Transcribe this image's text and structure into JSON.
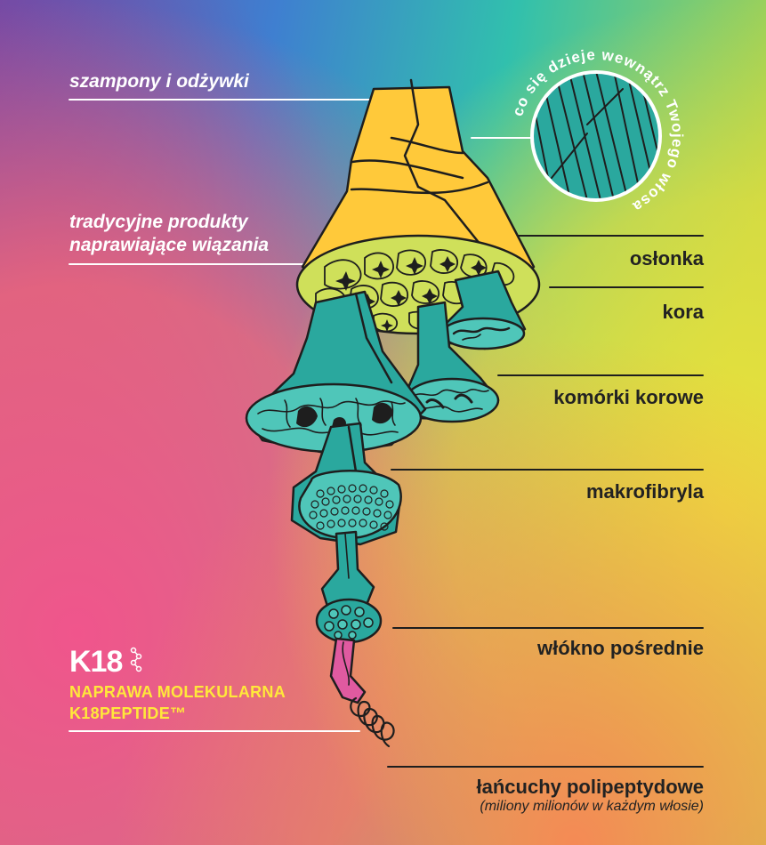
{
  "colors": {
    "bg_purple": "#7b4fa8",
    "bg_blue": "#3a7fcf",
    "bg_teal": "#2fc2b0",
    "bg_green": "#9ed25a",
    "bg_yellow": "#e8df3c",
    "bg_pink": "#ef5a86",
    "bg_orange": "#f48a5a",
    "cuticle": "#ffc93a",
    "cortex": "#cfe05a",
    "teal_fiber": "#2aa89e",
    "pink_chain": "#e05aa0",
    "brand_yellow": "#ffe83a"
  },
  "badge": {
    "text": "co się dzieje wewnątrz Twojego włosa"
  },
  "left_labels": {
    "shampoo": "szampony i odżywki",
    "traditional_line1": "tradycyjne produkty",
    "traditional_line2": "naprawiające wiązania"
  },
  "right_labels": {
    "cuticle": "osłonka",
    "cortex": "kora",
    "cortical_cells": "komórki korowe",
    "macrofibril": "makrofibryla",
    "intermediate_filament": "włókno pośrednie",
    "polypeptide_chains": "łańcuchy polipeptydowe",
    "polypeptide_note": "(miliony milionów w każdym włosie)"
  },
  "brand": {
    "logo": "K18",
    "tag_line1": "NAPRAWA MOLEKULARNA",
    "tag_line2": "K18PEPTIDE™"
  }
}
